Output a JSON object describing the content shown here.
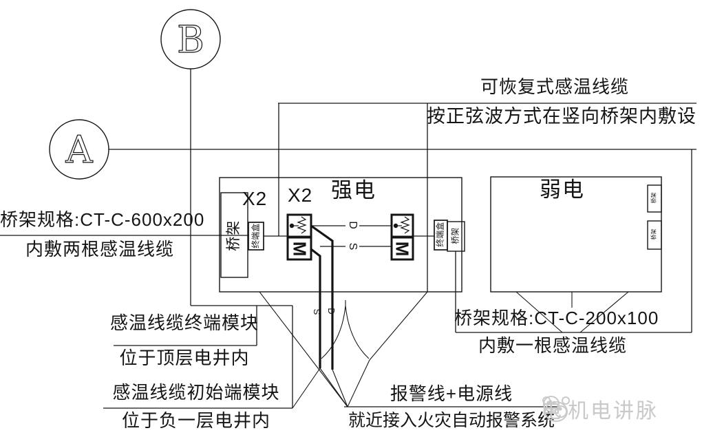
{
  "grid_axes": {
    "axis_b": "B",
    "axis_a": "A"
  },
  "annotations": {
    "recoverable_cable_line1": "可恢复式感温线缆",
    "recoverable_cable_line2": "按正弦波方式在竖向桥架内敷设",
    "left_tray_spec_line1": "桥架规格:CT-C-600x200",
    "left_tray_spec_line2": "内敷两根感温线缆",
    "terminal_module_line1": "感温线缆终端模块",
    "terminal_module_line2": "位于顶层电井内",
    "initial_module_line1": "感温线缆初始端模块",
    "initial_module_line2": "位于负一层电井内",
    "alarm_power_line1": "报警线+电源线",
    "alarm_power_line2": "就近接入火灾自动报警系统",
    "right_tray_spec_line1": "桥架规格:CT-C-200x100",
    "right_tray_spec_line2": "内敷一根感温线缆"
  },
  "diagram": {
    "strong_power": "强电",
    "weak_power": "弱电",
    "x2_left": "X2",
    "x2_right": "X2",
    "tray_vertical_left": "桥架",
    "terminal_box_left": "终端盒",
    "terminal_box_right": "终端盒",
    "tray_vertical_right": "桥架",
    "tray_small_top": "桥架",
    "tray_small_bottom": "桥架",
    "monitor_module_left": "M",
    "monitor_module_right": "M",
    "wire_d": "D",
    "wire_s": "S",
    "riser_s": "S",
    "riser_d": "D"
  },
  "watermark": {
    "prefix": "电",
    "suffix": "机电讲脉"
  },
  "colors": {
    "line": "#141414",
    "watermark": "#c9c9c9",
    "background": "#ffffff"
  }
}
